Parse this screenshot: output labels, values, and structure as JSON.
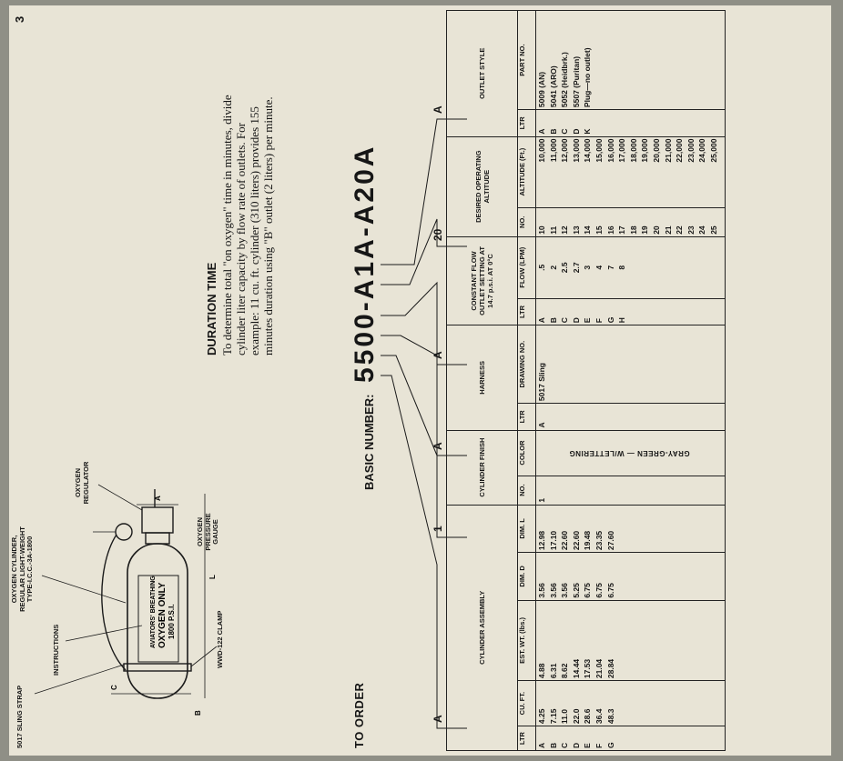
{
  "page_number": "3",
  "to_order": "TO ORDER",
  "basic_number": {
    "label": "BASIC NUMBER:",
    "code": "5500-A1A-A20A"
  },
  "duration": {
    "title": "DURATION TIME",
    "text": "To determine total \"on oxygen\" time in minutes, divide cylinder liter capacity by flow rate of outlets. For example: 11 cu. ft. cylinder (310 liters) provides 155 minutes duration using \"B\" outlet (2 liters) per minute."
  },
  "diagram": {
    "labels": {
      "cylinder": "OXYGEN CYLINDER, REGULAR LIGHT-WEIGHT TYPE-I.C.C.-3A-1800",
      "sling": "5017 SLING STRAP",
      "instructions": "INSTRUCTIONS",
      "clamp": "WWD-122 CLAMP",
      "gauge": "OXYGEN PRESSURE GAUGE",
      "regulator": "OXYGEN REGULATOR",
      "dim_b": "B",
      "dim_c": "C",
      "dim_l": "L",
      "dim_a": "A"
    },
    "cylinder_text": {
      "line1": "AVIATORS' BREATHING",
      "line2": "OXYGEN ONLY",
      "line3": "1800 P.S.I."
    }
  },
  "selected_codes": {
    "cylinder": "A",
    "finish": "1",
    "harness": "A",
    "flow": "A",
    "altitude": "20",
    "outlet": "A"
  },
  "table": {
    "sections": {
      "cylinder": "CYLINDER ASSEMBLY",
      "finish": "CYLINDER FINISH",
      "harness": "HARNESS",
      "flow": "CONSTANT FLOW OUTLET SETTING AT 14.7 p.s.i. AT 0°C",
      "altitude": "DESIRED OPERATING ALTITUDE",
      "outlet": "OUTLET STYLE"
    },
    "cols": {
      "ltr": "LTR",
      "cu_ft": "CU. FT.",
      "est_wt": "EST. WT. (lbs.)",
      "dim_d": "DIM. D",
      "dim_l": "DIM. L",
      "no": "NO.",
      "color": "COLOR",
      "drawing_no": "DRAWING NO.",
      "flow_lpm": "FLOW (LPM)",
      "altitude_ft": "ALTITUDE (Ft.)",
      "part_no": "PART NO."
    },
    "cylinder_rows": [
      {
        "ltr": "A",
        "cu_ft": "4.25",
        "wt": "4.88",
        "d": "3.56",
        "l": "12.98"
      },
      {
        "ltr": "B",
        "cu_ft": "7.15",
        "wt": "6.31",
        "d": "3.56",
        "l": "17.10"
      },
      {
        "ltr": "C",
        "cu_ft": "11.0",
        "wt": "8.62",
        "d": "3.56",
        "l": "22.60"
      },
      {
        "ltr": "D",
        "cu_ft": "22.0",
        "wt": "14.44",
        "d": "5.25",
        "l": "22.60"
      },
      {
        "ltr": "E",
        "cu_ft": "28.6",
        "wt": "17.53",
        "d": "6.75",
        "l": "19.48"
      },
      {
        "ltr": "F",
        "cu_ft": "36.4",
        "wt": "21.04",
        "d": "6.75",
        "l": "23.35"
      },
      {
        "ltr": "G",
        "cu_ft": "48.3",
        "wt": "28.84",
        "d": "6.75",
        "l": "27.60"
      }
    ],
    "finish": {
      "no": "1",
      "color": "GRAY-GREEN — W/LETTERING"
    },
    "harness": {
      "ltr": "A",
      "drawing_no": "5017 Sling"
    },
    "flow_rows": [
      {
        "ltr": "A",
        "flow": ".5"
      },
      {
        "ltr": "B",
        "flow": "2"
      },
      {
        "ltr": "C",
        "flow": "2.5"
      },
      {
        "ltr": "D",
        "flow": "2.7"
      },
      {
        "ltr": "E",
        "flow": "3"
      },
      {
        "ltr": "F",
        "flow": "4"
      },
      {
        "ltr": "G",
        "flow": "7"
      },
      {
        "ltr": "H",
        "flow": "8"
      }
    ],
    "altitude_rows": [
      {
        "no": "10",
        "alt": "10,000"
      },
      {
        "no": "11",
        "alt": "11,000"
      },
      {
        "no": "12",
        "alt": "12,000"
      },
      {
        "no": "13",
        "alt": "13,000"
      },
      {
        "no": "14",
        "alt": "14,000"
      },
      {
        "no": "15",
        "alt": "15,000"
      },
      {
        "no": "16",
        "alt": "16,000"
      },
      {
        "no": "17",
        "alt": "17,000"
      },
      {
        "no": "18",
        "alt": "18,000"
      },
      {
        "no": "19",
        "alt": "19,000"
      },
      {
        "no": "20",
        "alt": "20,000"
      },
      {
        "no": "21",
        "alt": "21,000"
      },
      {
        "no": "22",
        "alt": "22,000"
      },
      {
        "no": "23",
        "alt": "23,000"
      },
      {
        "no": "24",
        "alt": "24,000"
      },
      {
        "no": "25",
        "alt": "25,000"
      }
    ],
    "outlet_rows": [
      {
        "ltr": "A",
        "part": "5009 (AN)"
      },
      {
        "ltr": "B",
        "part": "5041 (ARO)"
      },
      {
        "ltr": "C",
        "part": "5052 (Heidbrk.)"
      },
      {
        "ltr": "D",
        "part": "5507 (Puritan)"
      },
      {
        "ltr": "K",
        "part": "Plug—no outlet)"
      }
    ]
  }
}
